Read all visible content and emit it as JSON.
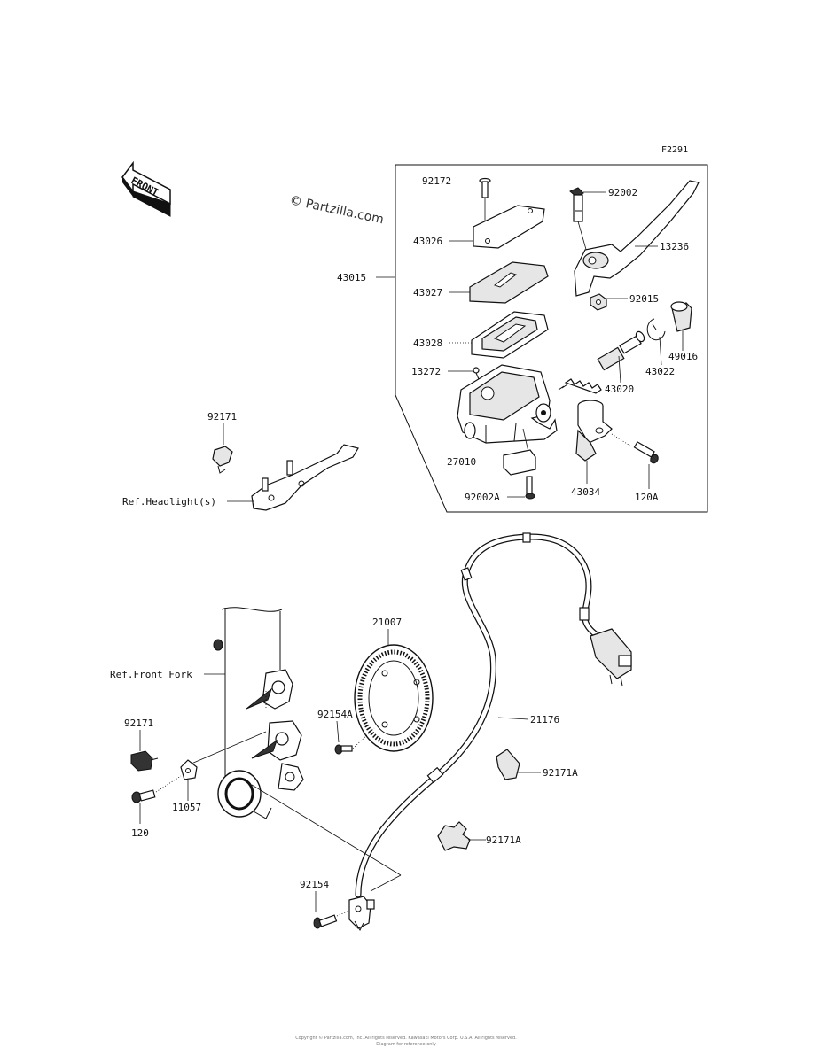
{
  "figure_code": "F2291",
  "watermark": "© Partzilla.com",
  "front_arrow_label": "FRONT",
  "footer_line1": "Copyright © Partzilla.com, Inc. All rights reserved. Kawasaki Motors Corp. U.S.A. All rights reserved.",
  "footer_line2": "Diagram for reference only",
  "labels": {
    "p92172": "92172",
    "p92002": "92002",
    "p43026": "43026",
    "p13236": "13236",
    "p43015": "43015",
    "p43027": "43027",
    "p92015": "92015",
    "p43028": "43028",
    "p49016": "49016",
    "p43022": "43022",
    "p13272": "13272",
    "p43020": "43020",
    "p92171_top": "92171",
    "p27010": "27010",
    "p92002A": "92002A",
    "p43034": "43034",
    "p120A": "120A",
    "ref_headlight": "Ref.Headlight(s)",
    "p21007": "21007",
    "ref_front_fork": "Ref.Front Fork",
    "p92171_left": "92171",
    "p92154A": "92154A",
    "p21176": "21176",
    "p92171A_a": "92171A",
    "p11057": "11057",
    "p120": "120",
    "p92171A_b": "92171A",
    "p92154": "92154"
  }
}
